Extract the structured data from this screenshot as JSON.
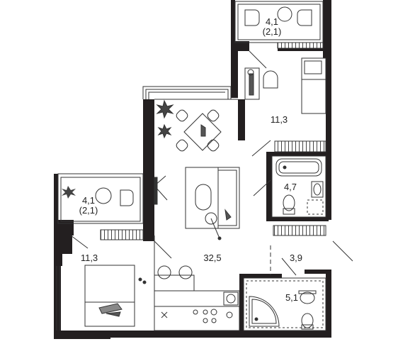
{
  "rooms": {
    "loggia_top": {
      "area": "4,1",
      "sub": "(2,1)"
    },
    "bedroom_top": {
      "area": "11,3"
    },
    "bathroom": {
      "area": "4,7"
    },
    "living": {
      "area": "32,5"
    },
    "hall": {
      "area": "3,9"
    },
    "shower": {
      "area": "5,1"
    },
    "loggia_left": {
      "area": "4,1",
      "sub": "(2,1)"
    },
    "bedroom_left": {
      "area": "11,3"
    }
  },
  "colors": {
    "wall": "#231f20",
    "line": "#4a4a4a",
    "fill": "#ffffff",
    "light": "#bdbdbd"
  }
}
